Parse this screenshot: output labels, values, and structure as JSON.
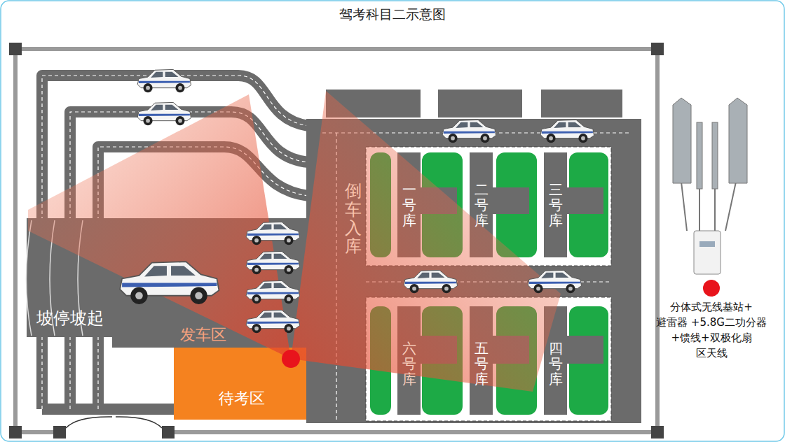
{
  "diagram": {
    "title": "驾考科目二示意图",
    "nodes": [
      {
        "text": [
          "坡停坡起"
        ]
      },
      {
        "text": [
          "发车区"
        ]
      },
      {
        "text": [
          "待考区"
        ]
      },
      {
        "text": [
          "倒车入库"
        ]
      },
      {
        "text": [
          "一号库"
        ]
      },
      {
        "text": [
          "二号库"
        ]
      },
      {
        "text": [
          "三号库"
        ]
      },
      {
        "text": [
          "六号库"
        ]
      },
      {
        "text": [
          "五号库"
        ]
      },
      {
        "text": [
          "四号库"
        ]
      }
    ],
    "labels": [
      "分体式无线基站+ 避雷器 +5.8G二功分器 +馈线+双极化扇 区天线"
    ]
  }
}
